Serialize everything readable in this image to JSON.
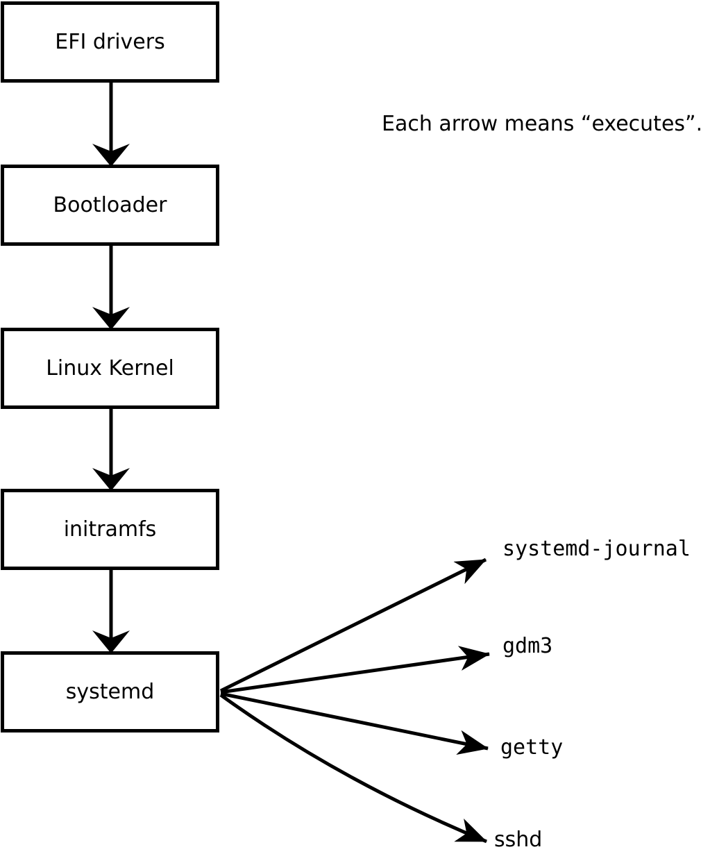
{
  "caption": "Each arrow means “executes”.",
  "boot_chain": [
    {
      "label": "EFI drivers"
    },
    {
      "label": "Bootloader"
    },
    {
      "label": "Linux Kernel"
    },
    {
      "label": "initramfs"
    },
    {
      "label": "systemd"
    }
  ],
  "spawned_services": [
    {
      "label": "systemd-journal"
    },
    {
      "label": "gdm3"
    },
    {
      "label": "getty"
    },
    {
      "label": "sshd"
    }
  ],
  "arrow_semantics": "executes",
  "colors": {
    "line": "#000000",
    "background": "#ffffff",
    "box_fill": "#ffffff",
    "text": "#000000"
  }
}
